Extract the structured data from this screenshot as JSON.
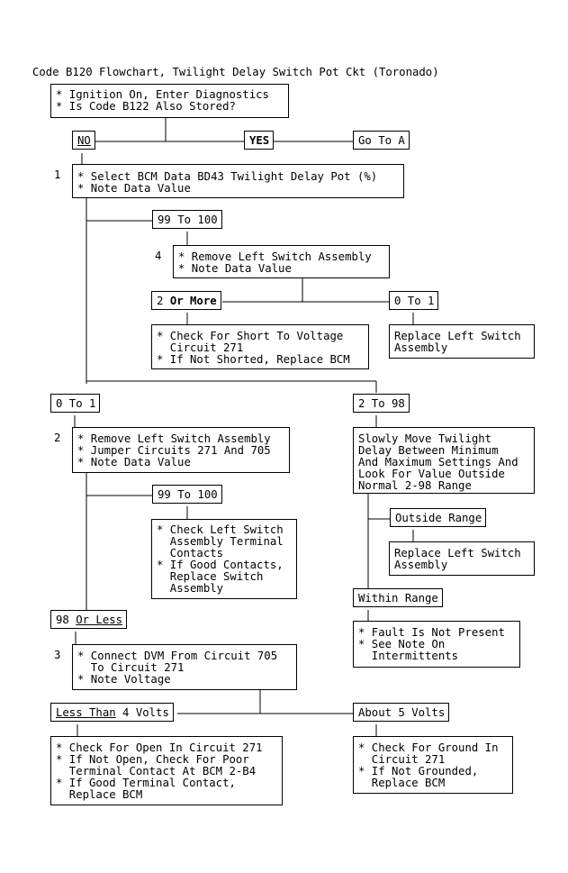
{
  "title": "Code B120 Flowchart, Twilight Delay Switch Pot Ckt (Toronado)",
  "start": {
    "lines": [
      "* Ignition On, Enter Diagnostics",
      "* Is Code B122 Also Stored?"
    ]
  },
  "branch_top": {
    "no": "NO",
    "yes": "YES",
    "goto": "Go To A"
  },
  "step1": {
    "number": "1",
    "lines": [
      "* Select BCM Data BD43 Twilight Delay Pot (%)",
      "* Note Data Value"
    ]
  },
  "label_99_100_a": "99 To 100",
  "step4": {
    "number": "4",
    "lines": [
      "* Remove Left Switch Assembly",
      "* Note Data Value"
    ]
  },
  "label_2_or_more": {
    "prefix": "2 ",
    "bold": "Or More"
  },
  "label_0_to_1_a": "0 To 1",
  "box_short": {
    "lines": [
      "* Check For Short To Voltage",
      "  Circuit 271",
      "* If Not Shorted, Replace BCM"
    ]
  },
  "box_replace_a": {
    "lines": [
      "Replace Left Switch",
      "Assembly"
    ]
  },
  "label_0_to_1_b": "0 To 1",
  "label_2_to_98": "2 To 98",
  "step2": {
    "number": "2",
    "lines": [
      "* Remove Left Switch Assembly",
      "* Jumper Circuits 271 And 705",
      "* Note Data Value"
    ]
  },
  "box_slowly": {
    "lines": [
      "Slowly Move Twilight",
      "Delay Between Minimum",
      "And Maximum Settings And",
      "Look For Value Outside",
      "Normal 2-98 Range"
    ]
  },
  "label_99_100_b": "99 To 100",
  "box_terminal": {
    "lines": [
      "* Check Left Switch",
      "  Assembly Terminal",
      "  Contacts",
      "* If Good Contacts,",
      "  Replace Switch",
      "  Assembly"
    ]
  },
  "label_outside": "Outside Range",
  "box_replace_b": {
    "lines": [
      "Replace Left Switch",
      "Assembly"
    ]
  },
  "label_within": "Within Range",
  "box_fault": {
    "lines": [
      "* Fault Is Not Present",
      "* See Note On",
      "  Intermittents"
    ]
  },
  "label_98_less": {
    "prefix": "98 ",
    "underline": "Or Less"
  },
  "step3": {
    "number": "3",
    "lines": [
      "* Connect DVM From Circuit 705",
      "  To Circuit 271",
      "* Note Voltage"
    ]
  },
  "label_less4": {
    "underline": "Less Than",
    "suffix": " 4 Volts"
  },
  "label_about5": "About 5 Volts",
  "box_open": {
    "lines": [
      "* Check For Open In Circuit 271",
      "* If Not Open, Check For Poor",
      "  Terminal Contact At BCM 2-B4",
      "* If Good Terminal Contact,",
      "  Replace BCM"
    ]
  },
  "box_ground": {
    "lines": [
      "* Check For Ground In",
      "  Circuit 271",
      "* If Not Grounded,",
      "  Replace BCM"
    ]
  }
}
